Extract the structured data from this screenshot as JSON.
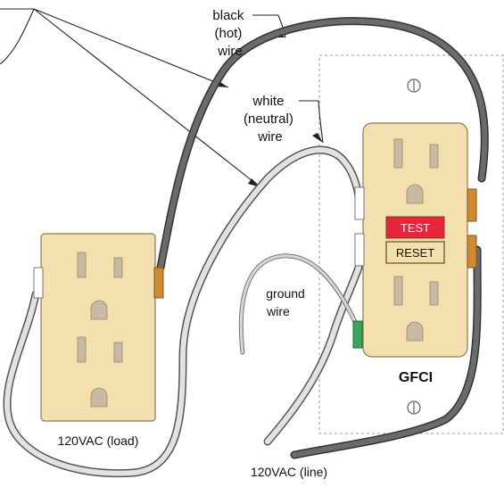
{
  "labels": {
    "black_wire": [
      "black",
      "(hot)",
      "wire"
    ],
    "white_wire": [
      "white",
      "(neutral)",
      "wire"
    ],
    "ground_wire": [
      "ground",
      "wire"
    ],
    "load_label": "120VAC (load)",
    "line_label": "120VAC (line)",
    "gfci_label": "GFCI"
  },
  "buttons": {
    "test": "TEST",
    "reset": "RESET"
  },
  "colors": {
    "receptacle": "#f4dfae",
    "receptacle_outline": "#8a7a55",
    "slot": "#c8b9a2",
    "black_wire": "#555555",
    "white_wire": "#dcdcdc",
    "terminal_brass": "#d18a2f",
    "terminal_silver": "#ffffff",
    "terminal_ground": "#3aa55b",
    "test_button": "#e8243c",
    "box_outline": "#9a9a9a"
  }
}
